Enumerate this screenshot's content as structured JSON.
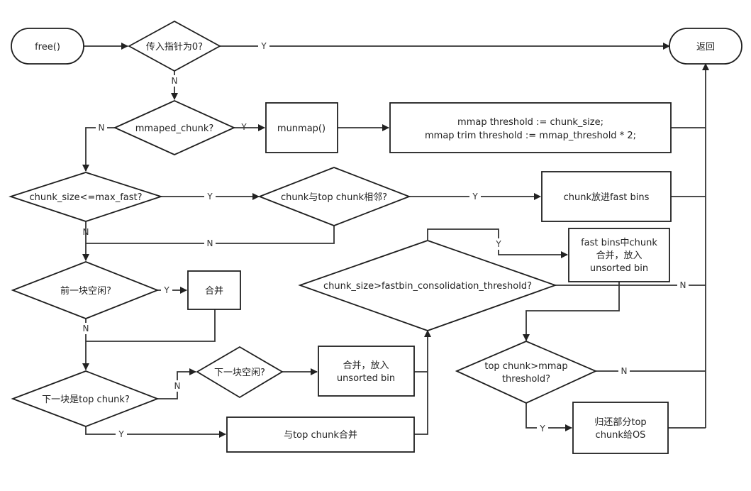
{
  "nodes": {
    "start": "free()",
    "end": "返回",
    "ptr_zero": "传入指针为0?",
    "mmaped_chunk": "mmaped_chunk?",
    "munmap": "munmap()",
    "mmap_threshold_line1": "mmap threshold := chunk_size;",
    "mmap_threshold_line2": "mmap trim threshold := mmap_threshold * 2;",
    "size_le_max_fast": "chunk_size<=max_fast?",
    "adjacent_top": "chunk与top chunk相邻?",
    "to_fastbins": "chunk放进fast bins",
    "prev_free": "前一块空闲?",
    "merge": "合并",
    "consolidation_check": "chunk_size>fastbin_consolidation_threshold?",
    "fastbins_line1": "fast bins中chunk",
    "fastbins_line2": "合并，放入",
    "fastbins_line3": "unsorted bin",
    "top_gt_mmap_line1": "top chunk>mmap",
    "top_gt_mmap_line2": "threshold?",
    "next_is_top": "下一块是top chunk?",
    "next_free": "下一块空闲?",
    "merge_unsorted_line1": "合并，放入",
    "merge_unsorted_line2": "unsorted bin",
    "merge_top": "与top chunk合并",
    "return_os_line1": "归还部分top",
    "return_os_line2": "chunk给OS"
  },
  "edge_labels": {
    "yes": "Y",
    "no": "N"
  }
}
